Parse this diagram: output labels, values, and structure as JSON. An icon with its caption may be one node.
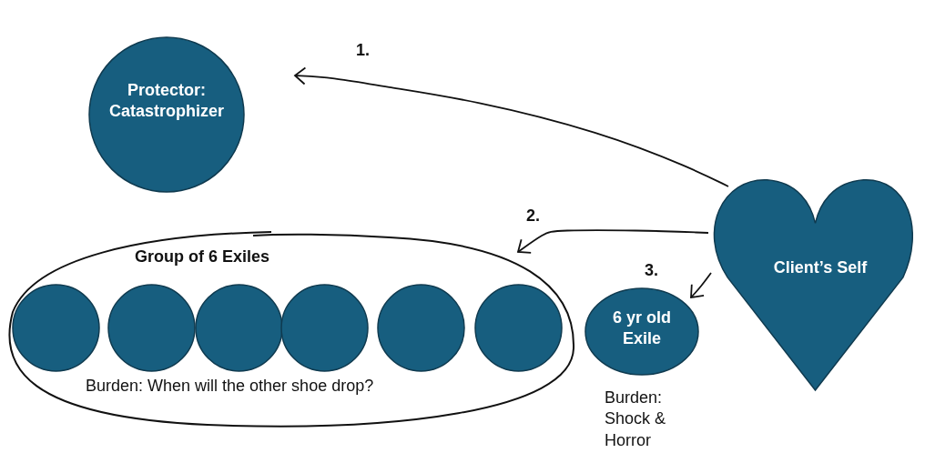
{
  "diagram": {
    "nodes": [
      {
        "text": [
          "Protector: Catastrophizer"
        ]
      },
      {
        "text": [
          "Group of 6 Exiles",
          "Burden: When will the other shoe drop?"
        ]
      },
      {
        "text": [],
        "shape": "circle",
        "in": 1
      },
      {
        "text": [],
        "shape": "circle",
        "in": 1
      },
      {
        "text": [],
        "shape": "circle",
        "in": 1
      },
      {
        "text": [],
        "shape": "circle",
        "in": 1
      },
      {
        "text": [],
        "shape": "circle",
        "in": 1
      },
      {
        "text": [],
        "shape": "circle",
        "in": 1
      },
      {
        "text": [
          "6 yr old Exile"
        ],
        "beside": [
          "Burden: Shock & Horror"
        ]
      },
      {
        "text": [
          "Client’s Self"
        ]
      }
    ],
    "edges": [
      {
        "from": 9,
        "to": 0,
        "arrow": "to",
        "label": "1."
      },
      {
        "from": 9,
        "to": 1,
        "arrow": "to",
        "label": "2."
      },
      {
        "from": 9,
        "to": 8,
        "arrow": "to",
        "label": "3."
      }
    ]
  }
}
